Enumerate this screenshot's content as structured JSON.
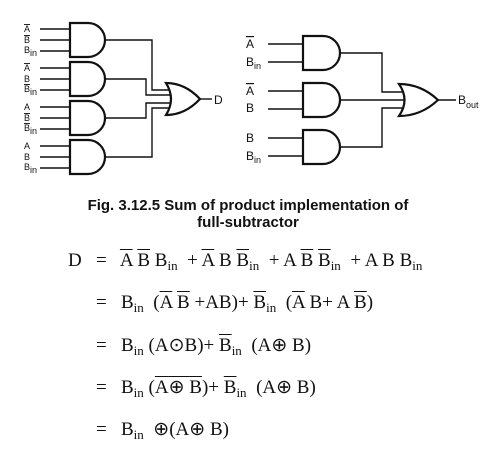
{
  "left_circuit": {
    "gate1_inputs": [
      "A",
      "B",
      "B"
    ],
    "gate1_sub": [
      "",
      "",
      "in"
    ],
    "gate2_inputs": [
      "A",
      "B",
      "B"
    ],
    "gate2_sub": [
      "",
      "",
      "in"
    ],
    "gate3_inputs": [
      "A",
      "B",
      "B"
    ],
    "gate3_sub": [
      "",
      "",
      "in"
    ],
    "gate4_inputs": [
      "A",
      "B",
      "B"
    ],
    "gate4_sub": [
      "",
      "",
      "in"
    ],
    "output_label": "D"
  },
  "right_circuit": {
    "gate1_inputs": [
      "A",
      "B"
    ],
    "gate1_sub": [
      "",
      "in"
    ],
    "gate2_inputs": [
      "A",
      "B"
    ],
    "gate3_inputs": [
      "B",
      "B"
    ],
    "gate3_sub": [
      "",
      "in"
    ],
    "output_label": "B",
    "output_sub": "out"
  },
  "caption": {
    "line1": "Fig. 3.12.5 Sum of product implementation of",
    "line2": "full-subtractor"
  },
  "equations": {
    "lhs": "D",
    "eq": "=",
    "A": "A",
    "B": "B",
    "Bin_base": "B",
    "in": "in",
    "plus": "+",
    "AB": "AB",
    "xnor": "⊙",
    "xor": "⊕",
    "open": "(",
    "close": ")"
  }
}
